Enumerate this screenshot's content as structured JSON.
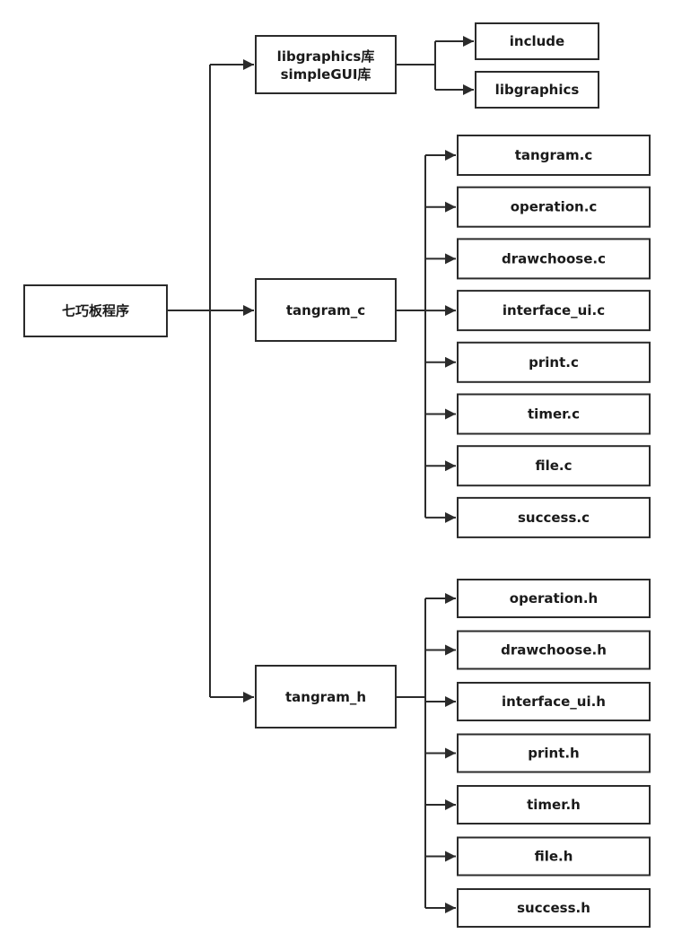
{
  "root": {
    "label": "七巧板程序"
  },
  "lib": {
    "label_line1": "libgraphics库",
    "label_line2": "simpleGUI库",
    "children": [
      "include",
      "libgraphics"
    ]
  },
  "tangram_c": {
    "label": "tangram_c",
    "children": [
      "tangram.c",
      "operation.c",
      "drawchoose.c",
      "interface_ui.c",
      "print.c",
      "timer.c",
      "file.c",
      "success.c"
    ]
  },
  "tangram_h": {
    "label": "tangram_h",
    "children": [
      "operation.h",
      "drawchoose.h",
      "interface_ui.h",
      "print.h",
      "timer.h",
      "file.h",
      "success.h"
    ]
  }
}
